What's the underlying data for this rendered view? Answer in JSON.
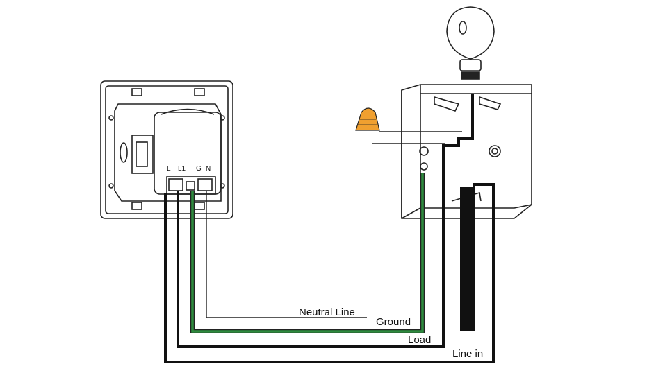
{
  "switch": {
    "terminals": [
      "L",
      "L1",
      "G",
      "N"
    ]
  },
  "wires": {
    "neutral": {
      "label": "Neutral Line"
    },
    "ground": {
      "label": "Ground",
      "color": "#2e8b3e"
    },
    "load": {
      "label": "Load",
      "color": "#111111"
    },
    "line_in": {
      "label": "Line in",
      "color": "#111111"
    }
  },
  "colors": {
    "wire_nut": "#f0a030",
    "outline": "#222222",
    "ground_wire": "#2e8b3e"
  },
  "icons": [
    "light-bulb-icon",
    "wire-nut-icon",
    "wall-switch-icon",
    "junction-box-icon"
  ]
}
